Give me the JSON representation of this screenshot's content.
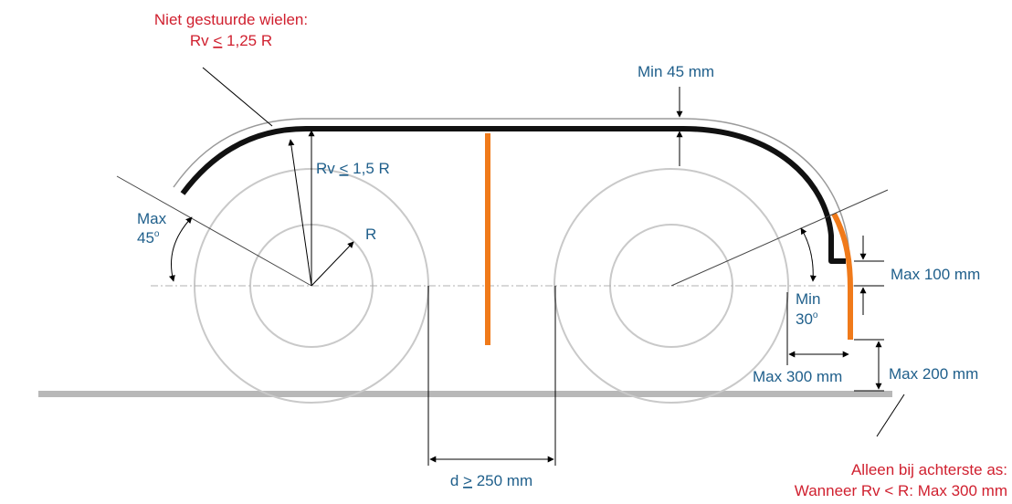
{
  "colors": {
    "label_blue": "#1f5f8b",
    "note_red": "#d0202f",
    "orange": "#f07a1a",
    "wheel": "#c9c9c9"
  },
  "notes": {
    "non_steered_line1": "Niet gestuurde wielen:",
    "non_steered_line2_prefix": "Rv ",
    "non_steered_line2_symbol": "<",
    "non_steered_line2_suffix": " 1,25 R",
    "rear_axle_line1": "Alleen bij achterste as:",
    "rear_axle_line2": "Wanneer Rv < R: Max 300 mm"
  },
  "labels": {
    "min_45": "Min 45 mm",
    "rv_prefix": "Rv ",
    "rv_symbol": "<",
    "rv_suffix": " 1,5 R",
    "r": "R",
    "max_word": "Max",
    "max_45_value": "45",
    "degree": "o",
    "min_word": "Min",
    "min_30_value": "30",
    "max_100": "Max 100 mm",
    "max_200": "Max 200 mm",
    "max_300": "Max 300 mm",
    "d_prefix": "d ",
    "d_symbol": ">",
    "d_suffix": " 250 mm"
  }
}
